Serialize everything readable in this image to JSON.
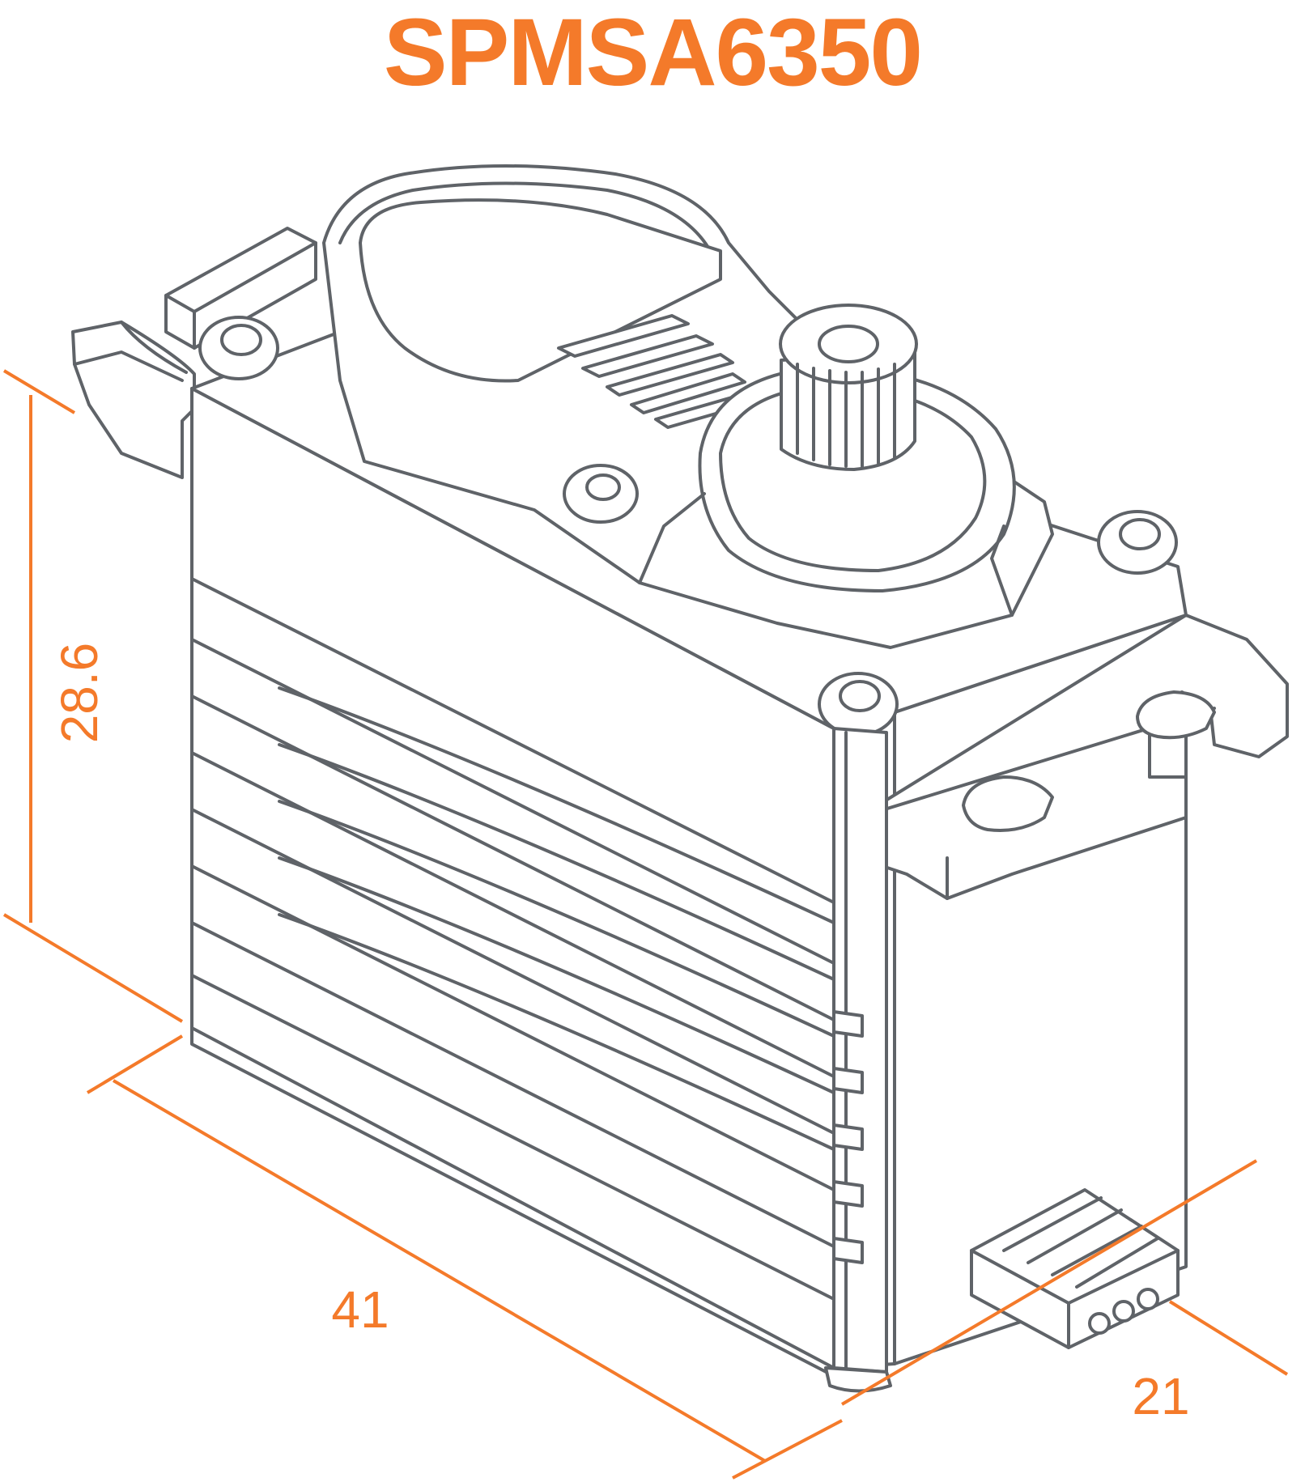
{
  "title": "SPMSA6350",
  "colors": {
    "accent": "#F47A2A",
    "outline": "#5F6368",
    "fill": "#FFFFFF"
  },
  "dimensions": {
    "height": "28.6",
    "length": "41",
    "width": "21"
  }
}
